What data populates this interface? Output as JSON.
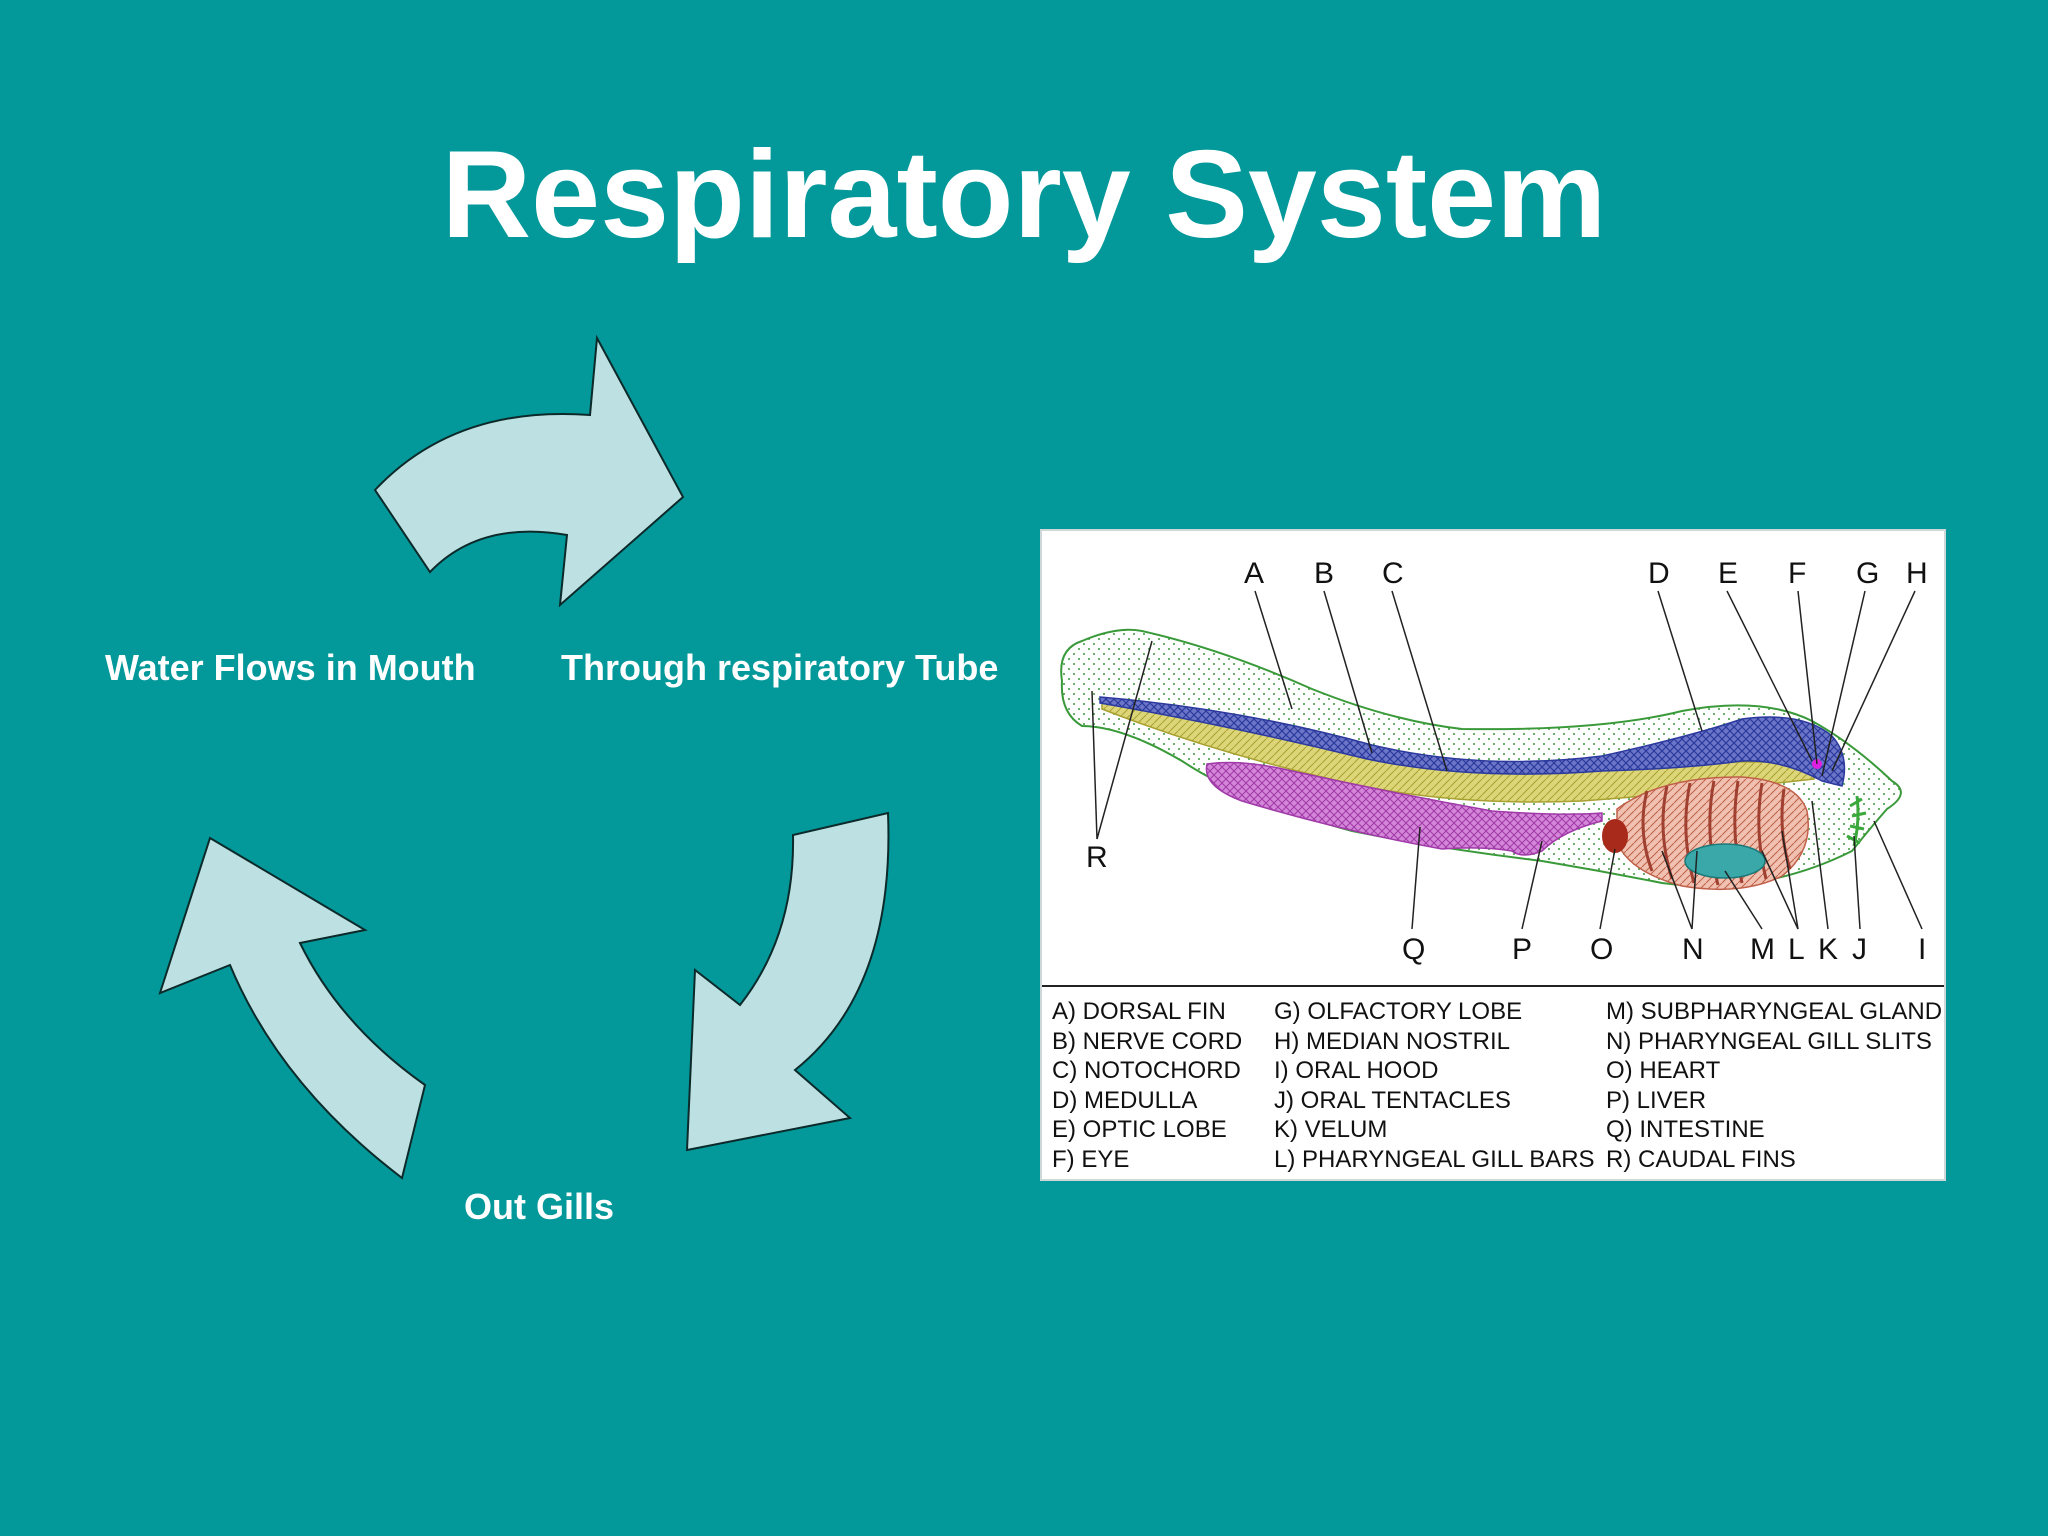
{
  "slide": {
    "title": "Respiratory System",
    "background_color": "#03989a",
    "text_color": "#ffffff"
  },
  "cycle": {
    "arrow_fill": "#bde0e3",
    "steps": [
      {
        "label": "Water Flows in Mouth"
      },
      {
        "label": "Through respiratory Tube"
      },
      {
        "label": "Out Gills"
      }
    ]
  },
  "diagram": {
    "letters": {
      "A": "A",
      "B": "B",
      "C": "C",
      "D": "D",
      "E": "E",
      "F": "F",
      "G": "G",
      "H": "H",
      "I": "I",
      "J": "J",
      "K": "K",
      "L": "L",
      "M": "M",
      "N": "N",
      "O": "O",
      "P": "P",
      "Q": "Q",
      "R": "R"
    },
    "legend": {
      "col1": [
        "A) DORSAL FIN",
        "B) NERVE CORD",
        "C) NOTOCHORD",
        "D) MEDULLA",
        "E) OPTIC LOBE",
        "F) EYE"
      ],
      "col2": [
        "G) OLFACTORY LOBE",
        "H) MEDIAN NOSTRIL",
        "I) ORAL HOOD",
        "J) ORAL TENTACLES",
        "K) VELUM",
        "L) PHARYNGEAL GILL BARS"
      ],
      "col3": [
        "M) SUBPHARYNGEAL GLAND",
        "N) PHARYNGEAL GILL SLITS",
        "O) HEART",
        "P) LIVER",
        "Q) INTESTINE",
        "R) CAUDAL FINS"
      ]
    },
    "colors": {
      "outline": "#3a9a3a",
      "nerve_cord": "#2c3a9e",
      "notochord": "#c9c24a",
      "intestine": "#b04ab8",
      "pharynx": "#c0604a",
      "heart": "#a82a1a",
      "subpharyngeal_gland": "#3aa8a8",
      "eye": "#e020e0"
    }
  }
}
